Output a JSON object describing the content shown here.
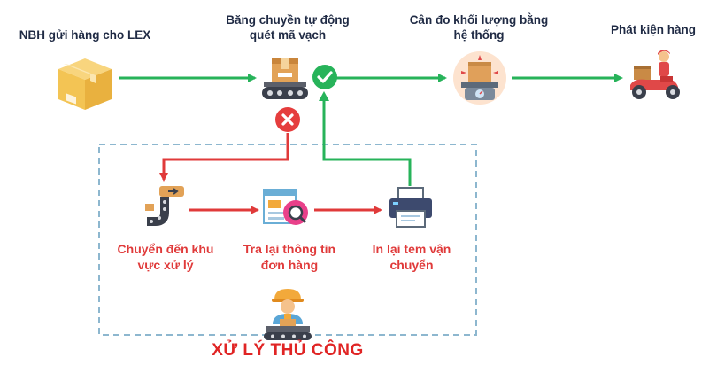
{
  "steps": {
    "sender": "NBH gửi hàng cho LEX",
    "conveyor_line1": "Băng chuyền tự động",
    "conveyor_line2": "quét mã vạch",
    "weigh_line1": "Cân đo khối lượng bằng",
    "weigh_line2": "hệ thống",
    "deliver": "Phát kiện hàng"
  },
  "manual": {
    "move_line1": "Chuyển đến khu",
    "move_line2": "vực xử lý",
    "check_line1": "Tra lại thông tin",
    "check_line2": "đơn hàng",
    "print_line1": "In lại tem vận",
    "print_line2": "chuyển",
    "title": "XỬ LÝ THỦ CÔNG"
  },
  "colors": {
    "green": "#27b35a",
    "red": "#e03a3a",
    "dark_text": "#1f2a44",
    "dashed_box": "#8db7cf"
  }
}
